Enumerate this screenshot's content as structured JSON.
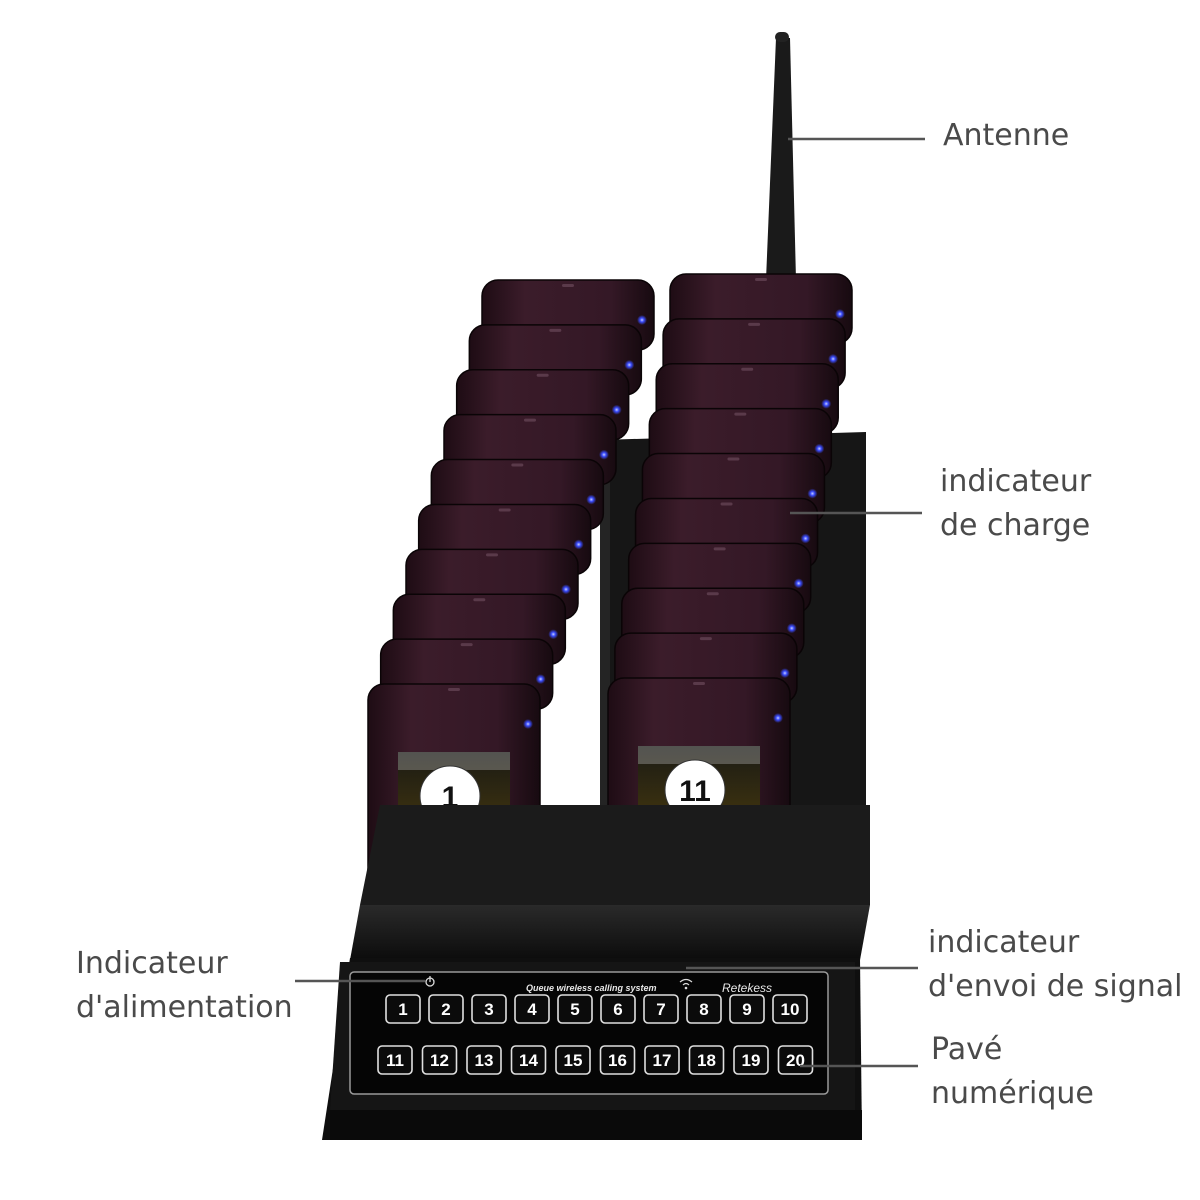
{
  "labels": {
    "antenna": "Antenne",
    "charge_indicator": [
      "indicateur",
      "de charge"
    ],
    "power_indicator": [
      "Indicateur",
      "d'alimentation"
    ],
    "signal_indicator": [
      "indicateur",
      "d'envoi de signal"
    ],
    "keypad": [
      "Pavé",
      "numérique"
    ]
  },
  "device": {
    "keypad_title": "Queue wireless calling system",
    "brand": "Retekess",
    "keys_row1": [
      "1",
      "2",
      "3",
      "4",
      "5",
      "6",
      "7",
      "8",
      "9",
      "10"
    ],
    "keys_row2": [
      "11",
      "12",
      "13",
      "14",
      "15",
      "16",
      "17",
      "18",
      "19",
      "20"
    ],
    "pager_left_number": "1",
    "pager_right_number": "11",
    "pagers_per_column": 10
  },
  "colors": {
    "label_text": "#4a4a4a",
    "leader_line": "#555555",
    "pager_body": "#2e1420",
    "base_body": "#141414",
    "led": "#3a4cff"
  },
  "icons": [
    "power-icon",
    "wifi-signal-icon"
  ]
}
